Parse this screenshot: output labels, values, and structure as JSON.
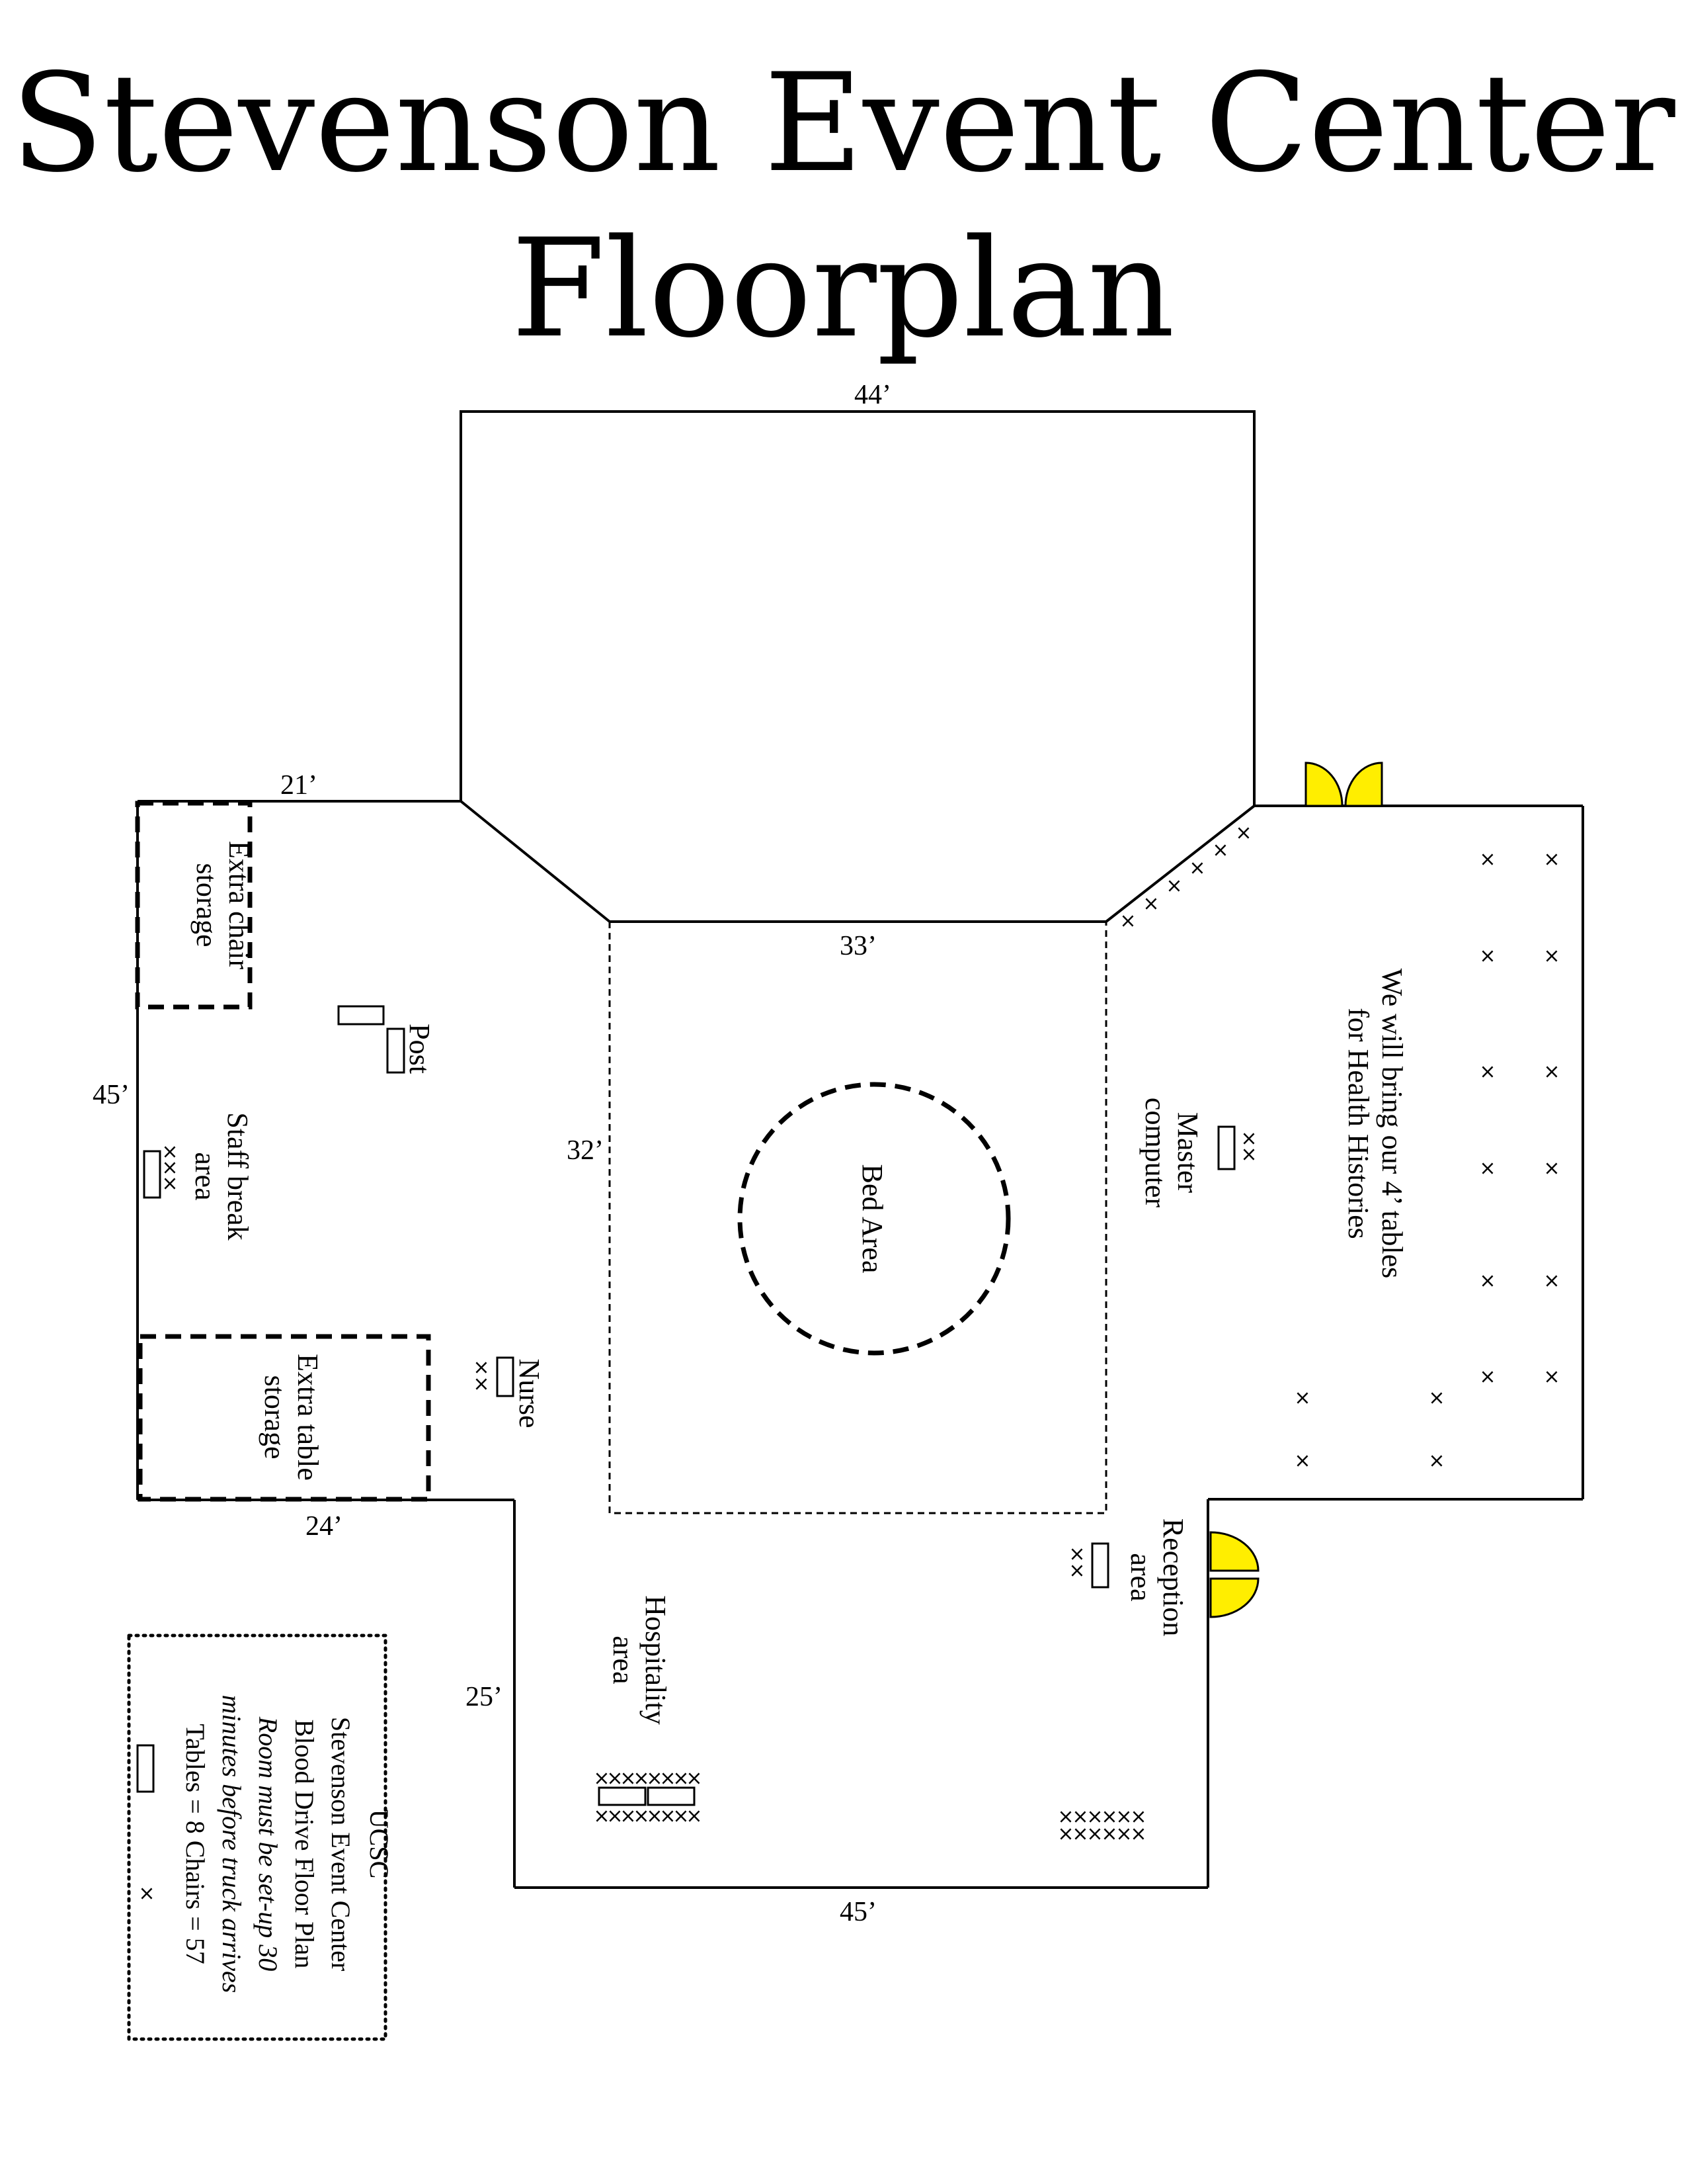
{
  "title": {
    "line1": "Stevenson Event Center",
    "line2": "Floorplan"
  },
  "dimensions": {
    "top": "44’",
    "upper_left": "21’",
    "inner_top": "33’",
    "left_wall": "45’",
    "inner_left": "32’",
    "lower_left": "24’",
    "lower_wall": "25’",
    "bottom": "45’"
  },
  "areas": {
    "chair_storage": [
      "Extra chair",
      "storage"
    ],
    "post": "Post",
    "staff_break": [
      "Staff break",
      "area"
    ],
    "table_storage": [
      "Extra table",
      "storage"
    ],
    "nurse": "Nurse",
    "bed_area": "Bed Area",
    "master_computer": [
      "Master",
      "computer"
    ],
    "health_histories": [
      "We will bring our 4’ tables",
      "for Health Histories"
    ],
    "reception": [
      "Reception",
      "area"
    ],
    "hospitality": [
      "Hospitality",
      "area"
    ]
  },
  "chair_mark": "×",
  "legend": {
    "line1": "UCSC",
    "line2": "Stevenson Event Center",
    "line3": "Blood Drive Floor Plan",
    "line4": "Room must be set-up 30",
    "line5": "minutes before truck arrives",
    "line6": "Tables = 8   Chairs = 57"
  },
  "colors": {
    "door": "#ffee00",
    "line": "#000000"
  }
}
